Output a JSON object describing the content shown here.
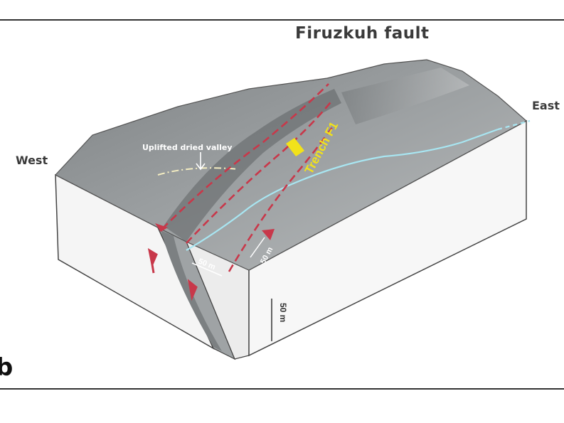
{
  "figure": {
    "title": "Firuzkuh fault",
    "labels": {
      "west": "West",
      "east": "East",
      "uplifted_valley": "Uplifted dried valley",
      "trench": "Trench F1",
      "scale_front": "50 m",
      "scale_mid": "50 m",
      "scale_vertical": "50 m"
    },
    "panel_letter": "b"
  },
  "colors": {
    "fault_line": "#c8384a",
    "stream": "#a8e6f2",
    "trench_label": "#f2e21a",
    "block_side": "#f4f4f4",
    "surface": "#8c9092",
    "text": "#3a3a3a"
  }
}
